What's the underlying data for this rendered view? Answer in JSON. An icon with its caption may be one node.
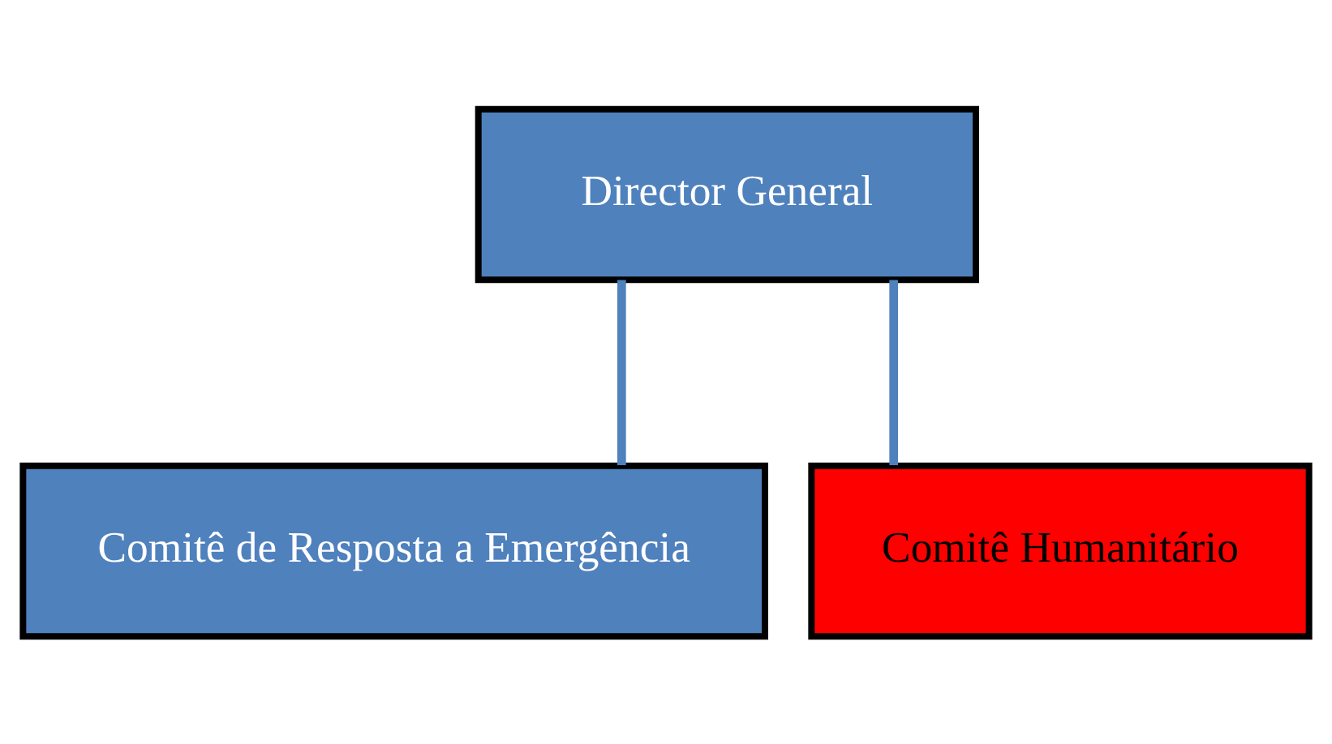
{
  "diagram": {
    "nodes": [
      {
        "text": [
          "Director General"
        ]
      },
      {
        "text": [
          "Comitê de Resposta a Emergência"
        ]
      },
      {
        "text": [
          "Comitê Humanitário"
        ]
      }
    ],
    "edges": [
      {
        "from": 0,
        "to": 1,
        "arrow": "none"
      },
      {
        "from": 0,
        "to": 2,
        "arrow": "none"
      }
    ]
  }
}
